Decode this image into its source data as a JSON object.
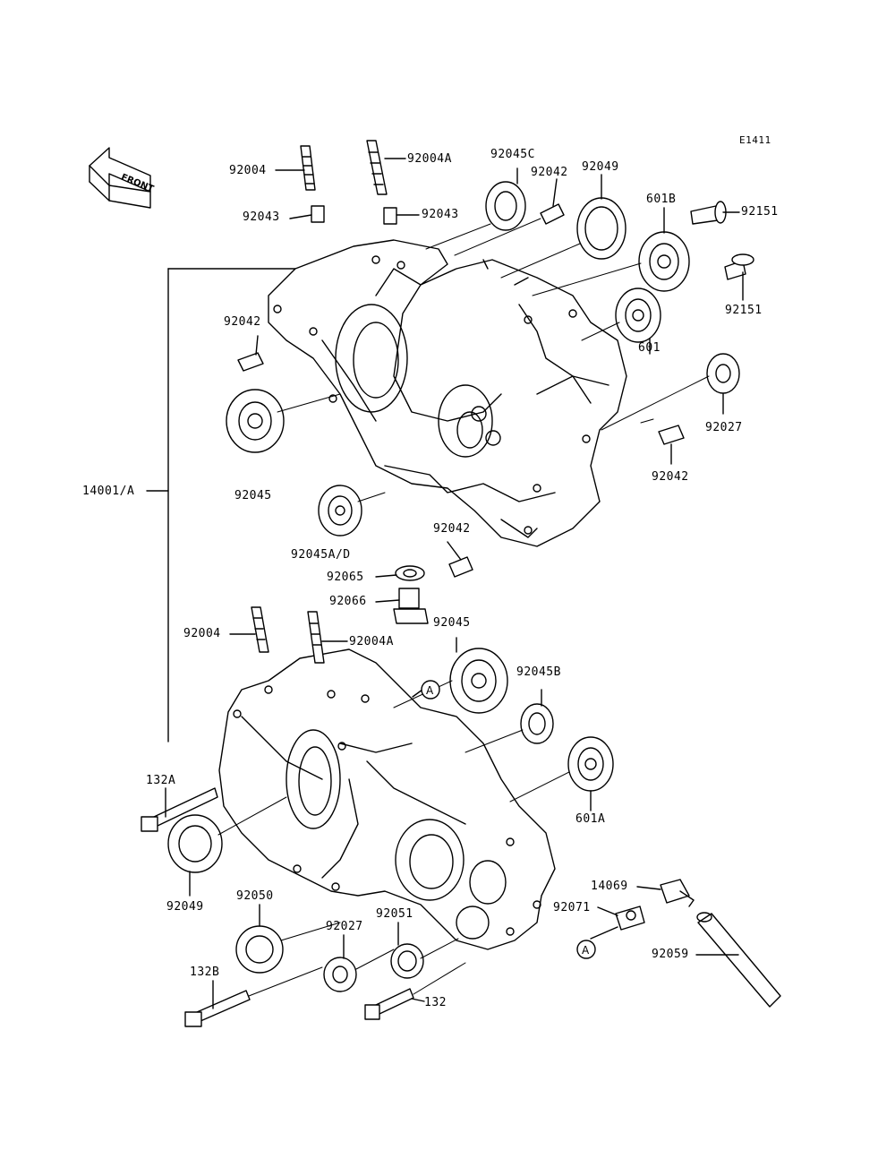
{
  "diagram_code": "E1411",
  "front_label": "FRONT",
  "callout_letter": "A",
  "parts": {
    "p92004_upper": "92004",
    "p92004A_upper": "92004A",
    "p92045C": "92045C",
    "p92042_top": "92042",
    "p92049_top": "92049",
    "p601B": "601B",
    "p92151_a": "92151",
    "p92043_left": "92043",
    "p92043_right": "92043",
    "p92151_b": "92151",
    "p92042_left": "92042",
    "p601": "601",
    "p92027_right": "92027",
    "p92042_right": "92042",
    "p14001A": "14001/A",
    "p92045_left": "92045",
    "p92042_mid": "92042",
    "p92045AD": "92045A/D",
    "p92065": "92065",
    "p92066": "92066",
    "p92004_lower": "92004",
    "p92004A_lower": "92004A",
    "p92045_lower": "92045",
    "p92045B": "92045B",
    "p132A": "132A",
    "p601A": "601A",
    "p92049_lower": "92049",
    "p92050": "92050",
    "p92027_lower": "92027",
    "p92051": "92051",
    "p14069": "14069",
    "p92071": "92071",
    "p92059": "92059",
    "p132B": "132B",
    "p132": "132"
  }
}
